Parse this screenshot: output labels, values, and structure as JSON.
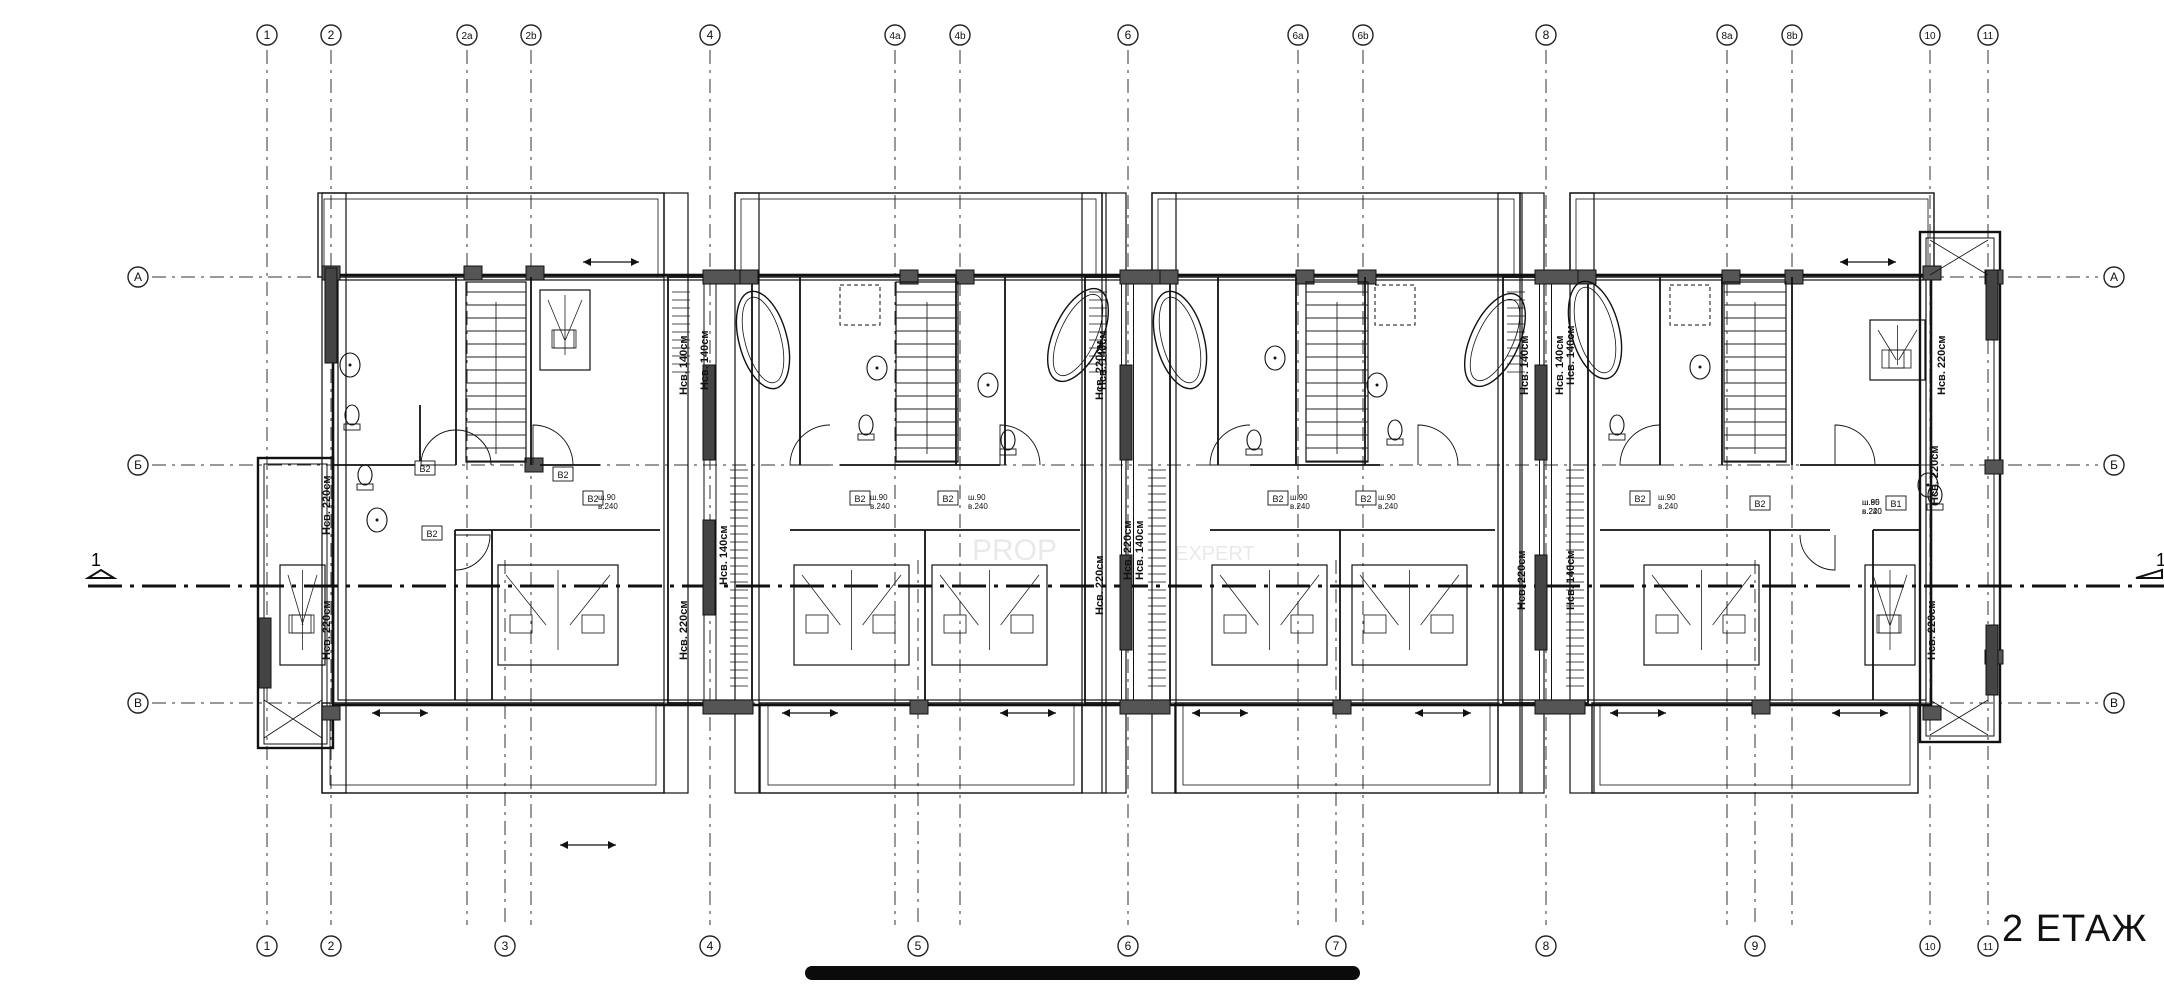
{
  "title": "2 ЕТАЖ",
  "section_marker": "1",
  "axes": {
    "top": [
      "1",
      "2",
      "2a",
      "2b",
      "4",
      "4a",
      "4b",
      "6",
      "6a",
      "6b",
      "8",
      "8a",
      "8b",
      "10",
      "11"
    ],
    "bottom": [
      "1",
      "2",
      "3",
      "4",
      "5",
      "6",
      "7",
      "8",
      "9",
      "10",
      "11"
    ],
    "rows": [
      "А",
      "Б",
      "В"
    ]
  },
  "labels": {
    "h220": "Нсв. 220см",
    "h140": "Нсв. 140см",
    "b2": "В2",
    "b1": "В1",
    "door90": "ш.90",
    "door85": "ш.85",
    "door_h240": "в.240",
    "door_h220": "в.220"
  },
  "watermark": {
    "brand_left": "PROP",
    "brand_right": "EXPERT"
  }
}
